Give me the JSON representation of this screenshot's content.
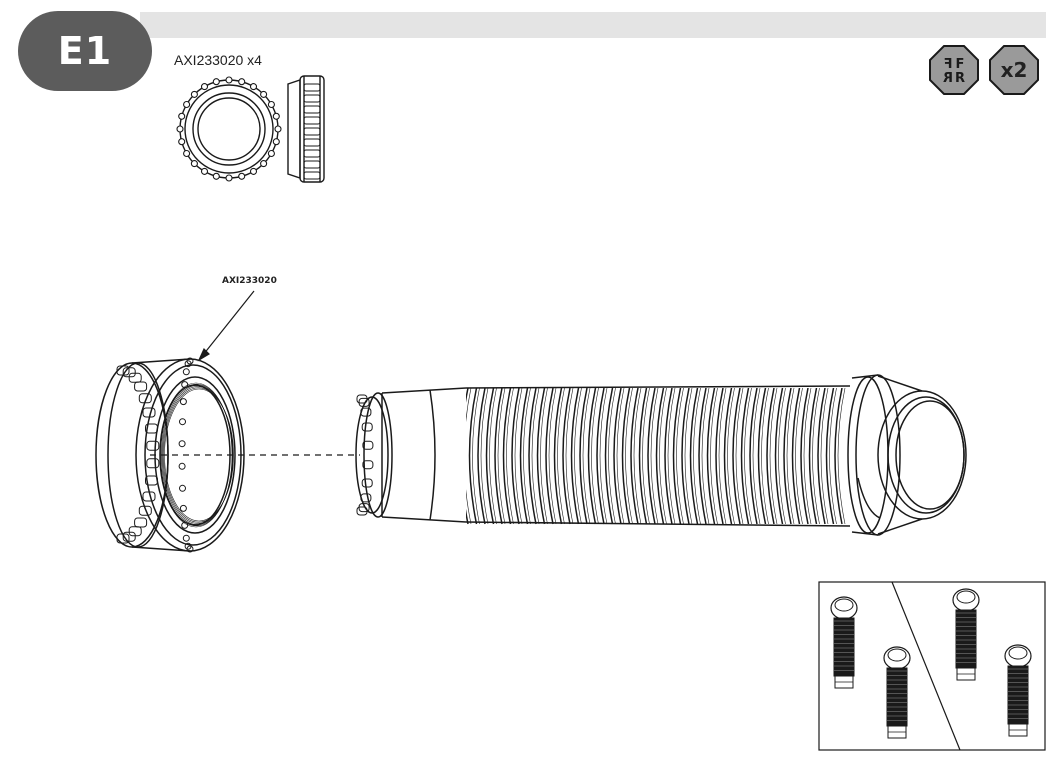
{
  "step": {
    "label": "E1"
  },
  "parts": {
    "label": "AXI233020 x4"
  },
  "callout": {
    "label": "AXI233020"
  },
  "badges": {
    "orientation_icon": "mirror-letters-icon",
    "quantity_label": "x2"
  },
  "colors": {
    "badge": "#5c5c5c",
    "header_bar": "#e4e4e4",
    "line": "#1a1a1a",
    "octagon_fill": "#9a9a9a"
  }
}
